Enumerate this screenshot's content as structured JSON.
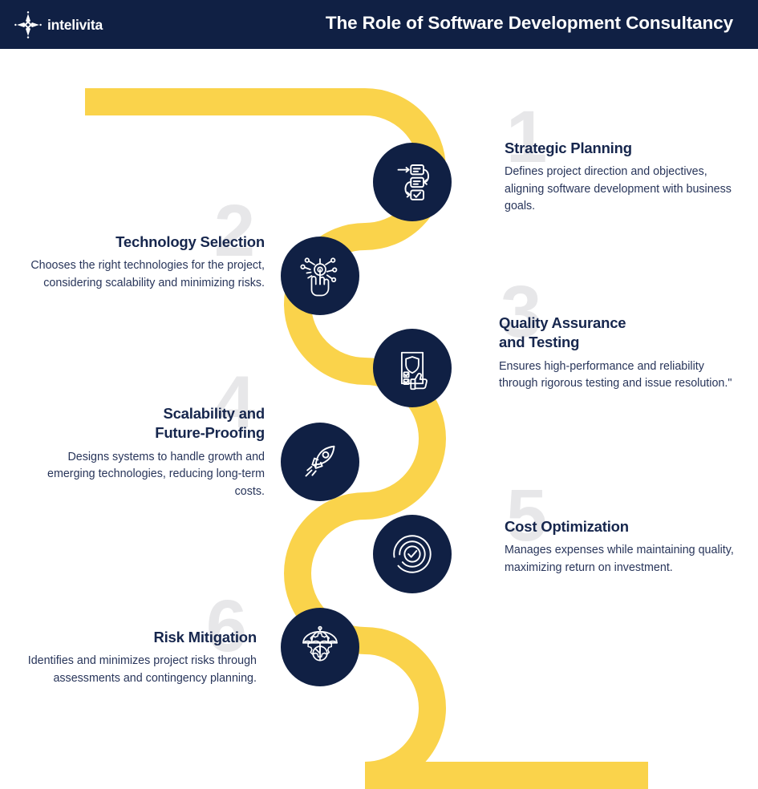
{
  "header": {
    "logo_text": "intelivita",
    "logo_icon": "intelivita-star-logo",
    "title": "The Role of Software Development Consultancy",
    "bg_color": "#102044",
    "text_color": "#ffffff"
  },
  "theme": {
    "accent_yellow": "#fad34b",
    "navy": "#102044",
    "ghost_number_gray": "#e7e7e9",
    "body_text": "#28355a",
    "page_bg": "#ffffff"
  },
  "steps": [
    {
      "number": "1",
      "title": "Strategic Planning",
      "description": "Defines project direction and objectives, aligning software development with business goals.",
      "icon": "workflow-checklist-icon",
      "side": "right"
    },
    {
      "number": "2",
      "title": "Technology Selection",
      "description": "Chooses the right technologies for the project, considering scalability and minimizing risks.",
      "icon": "hand-tap-tech-node-icon",
      "side": "left"
    },
    {
      "number": "3",
      "title": "Quality Assurance\nand Testing",
      "description": "Ensures high-performance and reliability through rigorous testing and issue resolution.\"",
      "icon": "clipboard-shield-thumbsup-icon",
      "side": "right"
    },
    {
      "number": "4",
      "title": "Scalability and\nFuture-Proofing",
      "description": "Designs systems to handle growth and emerging technologies, reducing long-term costs.",
      "icon": "rocket-icon",
      "side": "left"
    },
    {
      "number": "5",
      "title": "Cost Optimization",
      "description": "Manages expenses while maintaining quality, maximizing return on investment.",
      "icon": "target-check-icon",
      "side": "right"
    },
    {
      "number": "6",
      "title": "Risk Mitigation",
      "description": "Identifies and minimizes project risks through assessments and contingency planning.",
      "icon": "umbrella-gear-icon",
      "side": "left"
    }
  ]
}
